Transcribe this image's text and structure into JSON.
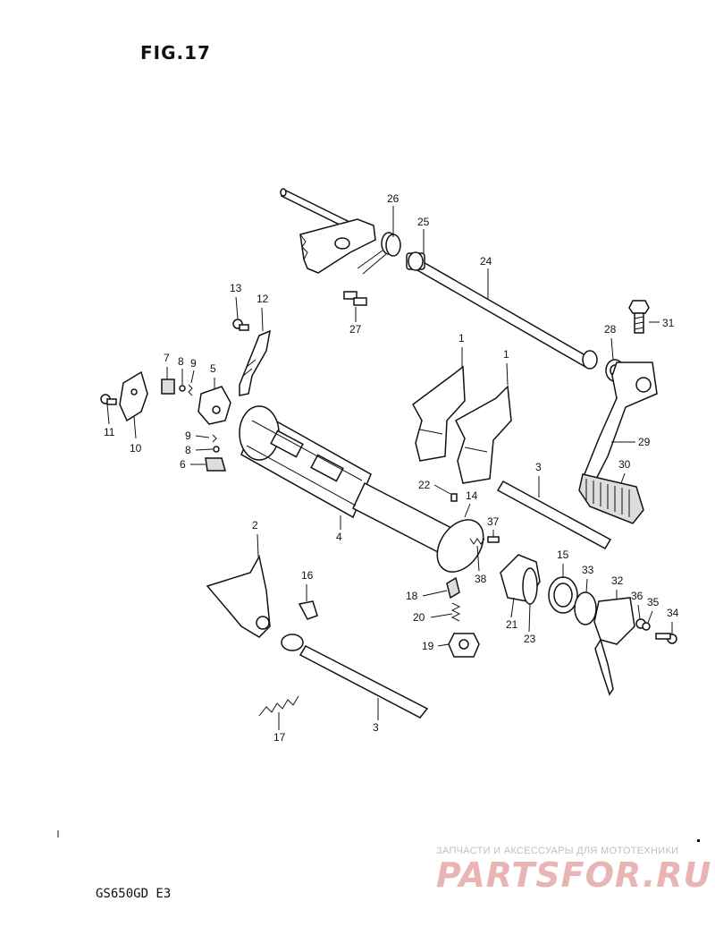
{
  "header": {
    "figure_title": "FIG.17"
  },
  "footer": {
    "model_code": "GS650GD E3"
  },
  "watermark": {
    "tagline": "ЗАПЧАСТИ И АКСЕССУАРЫ ДЛЯ МОТОТЕХНИКИ",
    "logo": "PARTSFOR.RU"
  },
  "callouts": {
    "c26": "26",
    "c25": "25",
    "c24": "24",
    "c27": "27",
    "c13": "13",
    "c12": "12",
    "c31": "31",
    "c28": "28",
    "c1a": "1",
    "c1b": "1",
    "c7": "7",
    "c8a": "8",
    "c9a": "9",
    "c5": "5",
    "c11": "11",
    "c10": "10",
    "c9b": "9",
    "c8b": "8",
    "c6": "6",
    "c29": "29",
    "c3a": "3",
    "c30": "30",
    "c22": "22",
    "c14": "14",
    "c4": "4",
    "c37": "37",
    "c2": "2",
    "c15": "15",
    "c33": "33",
    "c38": "38",
    "c16": "16",
    "c18": "18",
    "c32": "32",
    "c36": "36",
    "c35": "35",
    "c34": "34",
    "c21": "21",
    "c20": "20",
    "c23": "23",
    "c19": "19",
    "c3b": "3",
    "c17": "17"
  }
}
